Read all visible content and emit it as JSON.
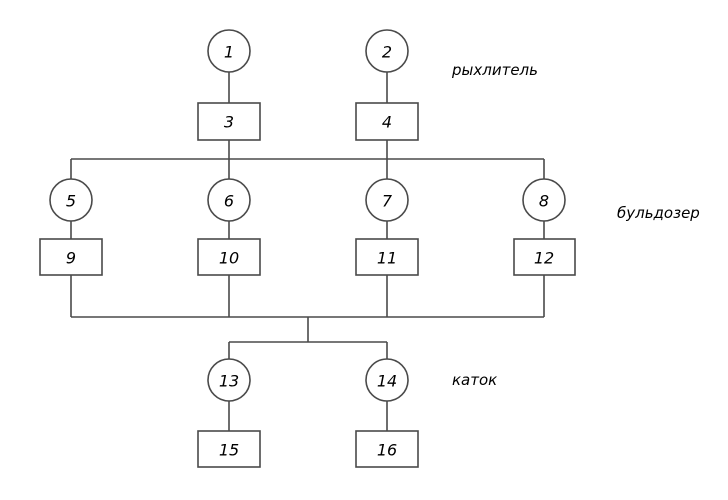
{
  "diagram": {
    "groups": [
      {
        "id": "loosener",
        "label": "рыхлитель",
        "nodes": [
          "1",
          "2",
          "3",
          "4"
        ]
      },
      {
        "id": "bulldozer",
        "label": "бульдозер",
        "nodes": [
          "5",
          "6",
          "7",
          "8",
          "9",
          "10",
          "11",
          "12"
        ]
      },
      {
        "id": "roller",
        "label": "каток",
        "nodes": [
          "13",
          "14",
          "15",
          "16"
        ]
      }
    ],
    "nodes": [
      {
        "id": "1",
        "label": "1",
        "shape": "circle"
      },
      {
        "id": "2",
        "label": "2",
        "shape": "circle"
      },
      {
        "id": "3",
        "label": "3",
        "shape": "rect"
      },
      {
        "id": "4",
        "label": "4",
        "shape": "rect"
      },
      {
        "id": "5",
        "label": "5",
        "shape": "circle"
      },
      {
        "id": "6",
        "label": "6",
        "shape": "circle"
      },
      {
        "id": "7",
        "label": "7",
        "shape": "circle"
      },
      {
        "id": "8",
        "label": "8",
        "shape": "circle"
      },
      {
        "id": "9",
        "label": "9",
        "shape": "rect"
      },
      {
        "id": "10",
        "label": "10",
        "shape": "rect"
      },
      {
        "id": "11",
        "label": "11",
        "shape": "rect"
      },
      {
        "id": "12",
        "label": "12",
        "shape": "rect"
      },
      {
        "id": "13",
        "label": "13",
        "shape": "circle"
      },
      {
        "id": "14",
        "label": "14",
        "shape": "circle"
      },
      {
        "id": "15",
        "label": "15",
        "shape": "rect"
      },
      {
        "id": "16",
        "label": "16",
        "shape": "rect"
      }
    ],
    "edges": [
      [
        "1",
        "3"
      ],
      [
        "2",
        "4"
      ],
      [
        "3",
        "bus-top"
      ],
      [
        "4",
        "bus-top"
      ],
      [
        "bus-top",
        "5"
      ],
      [
        "bus-top",
        "6"
      ],
      [
        "bus-top",
        "7"
      ],
      [
        "bus-top",
        "8"
      ],
      [
        "5",
        "9"
      ],
      [
        "6",
        "10"
      ],
      [
        "7",
        "11"
      ],
      [
        "8",
        "12"
      ],
      [
        "9",
        "bus-bottom"
      ],
      [
        "10",
        "bus-bottom"
      ],
      [
        "11",
        "bus-bottom"
      ],
      [
        "12",
        "bus-bottom"
      ],
      [
        "bus-bottom",
        "13"
      ],
      [
        "bus-bottom",
        "14"
      ],
      [
        "13",
        "15"
      ],
      [
        "14",
        "16"
      ]
    ],
    "line_color": "#4a4a4a"
  }
}
